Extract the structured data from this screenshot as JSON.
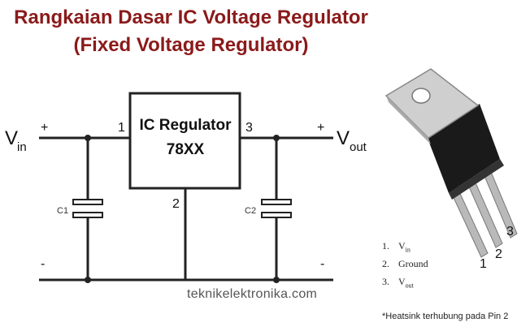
{
  "title": {
    "line1": "Rangkaian Dasar IC Voltage Regulator",
    "line2": "(Fixed Voltage Regulator)"
  },
  "circuit": {
    "ic_label": "IC Regulator",
    "ic_part": "78XX",
    "pin_in": "1",
    "pin_gnd": "2",
    "pin_out": "3",
    "vin_main": "V",
    "vin_sub": "in",
    "vout_main": "V",
    "vout_sub": "out",
    "plus": "+",
    "minus": "-",
    "cap1": "C1",
    "cap2": "C2"
  },
  "watermark": "teknikelektronika.com",
  "package_pins": {
    "p1": "1",
    "p2": "2",
    "p3": "3"
  },
  "legend": {
    "item1_num": "1.",
    "item1_main": "V",
    "item1_sub": "in",
    "item2_num": "2.",
    "item2_text": "Ground",
    "item3_num": "3.",
    "item3_main": "V",
    "item3_sub": "out",
    "note": "*Heatsink terhubung pada Pin 2"
  },
  "colors": {
    "title": "#8b1a1a",
    "wire": "#222222"
  }
}
